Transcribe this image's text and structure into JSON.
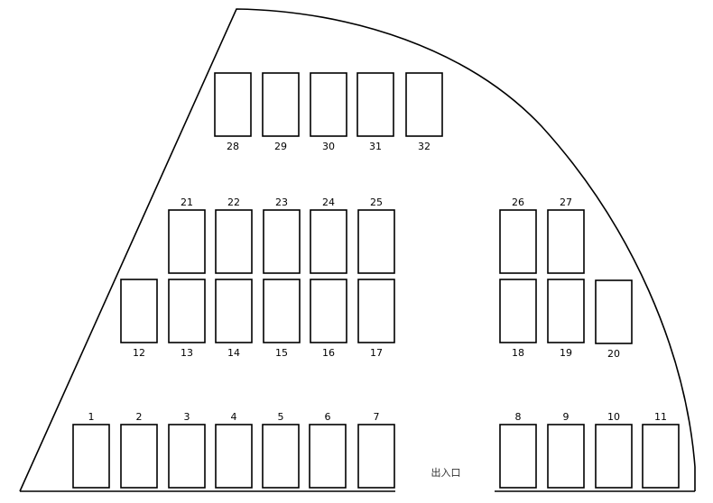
{
  "diagram": {
    "exit_label": "出入口",
    "slots": [
      {
        "id": "1"
      },
      {
        "id": "2"
      },
      {
        "id": "3"
      },
      {
        "id": "4"
      },
      {
        "id": "5"
      },
      {
        "id": "6"
      },
      {
        "id": "7"
      },
      {
        "id": "8"
      },
      {
        "id": "9"
      },
      {
        "id": "10"
      },
      {
        "id": "11"
      },
      {
        "id": "12"
      },
      {
        "id": "13"
      },
      {
        "id": "14"
      },
      {
        "id": "15"
      },
      {
        "id": "16"
      },
      {
        "id": "17"
      },
      {
        "id": "18"
      },
      {
        "id": "19"
      },
      {
        "id": "20"
      },
      {
        "id": "21"
      },
      {
        "id": "22"
      },
      {
        "id": "23"
      },
      {
        "id": "24"
      },
      {
        "id": "25"
      },
      {
        "id": "26"
      },
      {
        "id": "27"
      },
      {
        "id": "28"
      },
      {
        "id": "29"
      },
      {
        "id": "30"
      },
      {
        "id": "31"
      },
      {
        "id": "32"
      }
    ]
  }
}
